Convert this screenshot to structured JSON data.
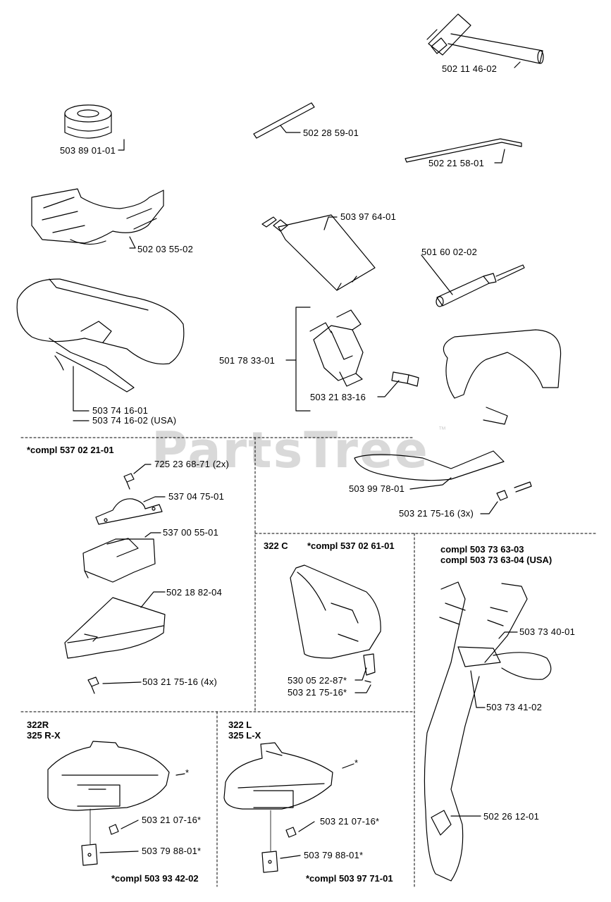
{
  "watermark": {
    "brand": "PartsTree",
    "tm": "™"
  },
  "parts": {
    "p1": "502 11 46-02",
    "p2": "503 89 01-01",
    "p3": "502 28 59-01",
    "p4": "502 21 58-01",
    "p5": "502 03 55-02",
    "p6": "503 97 64-01",
    "p7": "501 60 02-02",
    "p8": "501 78 33-01",
    "p9": "503 21 83-16",
    "p10a": "503 74 16-01",
    "p10b": "503 74 16-02 (USA)",
    "p11": "725 23 68-71 (2x)",
    "p12": "537 04 75-01",
    "p13": "537 00 55-01",
    "p14": "502 18 82-04",
    "p15": "503 21 75-16 (4x)",
    "p16": "503 99 78-01",
    "p17": "503 21 75-16 (3x)",
    "p18": "530 05 22-87*",
    "p19": "503 21 75-16*",
    "p20": "503 73 40-01",
    "p21": "503 73 41-02",
    "p22": "502 26 12-01",
    "p23": "503 21 07-16*",
    "p24": "503 79 88-01*",
    "p25": "503 21 07-16*",
    "p26": "503 79 88-01*",
    "star1": "*",
    "star2": "*"
  },
  "sections": {
    "kit1": "*compl 537 02 21-01",
    "c322_label": "322 C",
    "c322_kit": "*compl 537 02 61-01",
    "harness1": "compl 503 73 63-03",
    "harness2": "compl 503 73 63-04 (USA)",
    "r322": "322R",
    "r325": "325 R-X",
    "r_kit": "*compl 503 93 42-02",
    "l322": "322 L",
    "l325": "325 L-X",
    "l_kit": "*compl 503 97 71-01"
  }
}
